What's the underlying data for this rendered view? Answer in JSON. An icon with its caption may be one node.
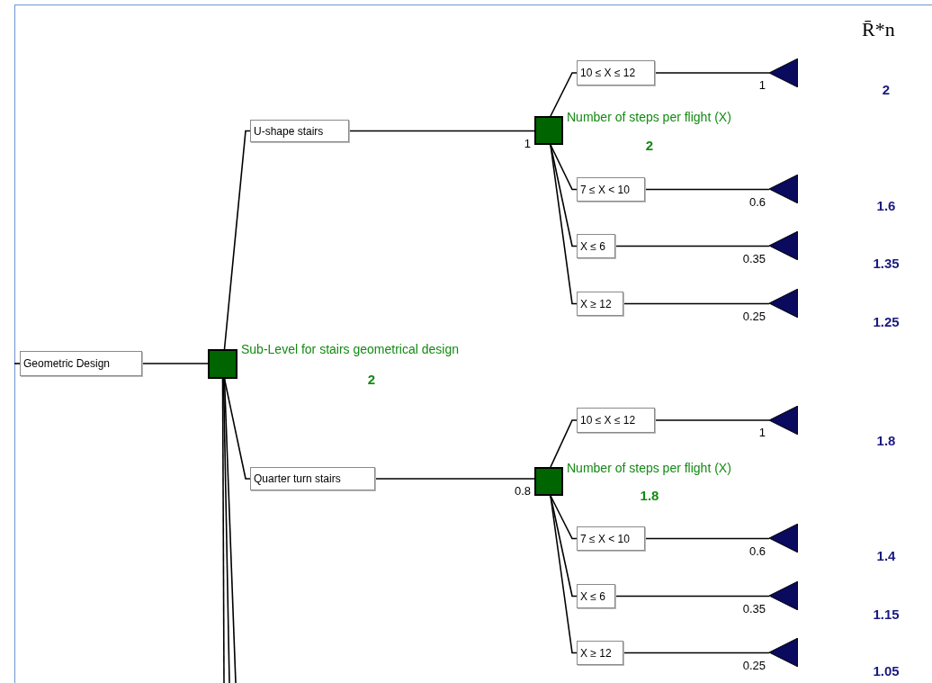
{
  "diagram": {
    "nodes": [
      {
        "text": [
          "Geometric Design"
        ]
      },
      {
        "text": [],
        "shape": "box",
        "beside": [
          "Sub-Level for stairs geometrical design",
          "2"
        ]
      },
      {
        "text": [
          "U-shape stairs"
        ]
      },
      {
        "text": [],
        "shape": "box",
        "beside": [
          "Number of steps per flight (X)",
          "2"
        ]
      },
      {
        "text": [
          "10 ≤ X ≤ 12"
        ]
      },
      {
        "text": [],
        "shape": "triangle"
      },
      {
        "text": [
          "7 ≤ X < 10"
        ]
      },
      {
        "text": [],
        "shape": "triangle"
      },
      {
        "text": [
          "X ≤ 6"
        ]
      },
      {
        "text": [],
        "shape": "triangle"
      },
      {
        "text": [
          "X ≥ 12"
        ]
      },
      {
        "text": [],
        "shape": "triangle"
      },
      {
        "text": [
          "Quarter turn stairs"
        ]
      },
      {
        "text": [],
        "shape": "box",
        "beside": [
          "Number of steps per flight (X)",
          "1.8"
        ]
      },
      {
        "text": [
          "10 ≤ X ≤ 12"
        ]
      },
      {
        "text": [],
        "shape": "triangle"
      },
      {
        "text": [
          "7 ≤ X < 10"
        ]
      },
      {
        "text": [],
        "shape": "triangle"
      },
      {
        "text": [
          "X ≤ 6"
        ]
      },
      {
        "text": [],
        "shape": "triangle"
      },
      {
        "text": [
          "X ≥ 12"
        ]
      },
      {
        "text": [],
        "shape": "triangle"
      }
    ],
    "edges": [
      {
        "from": null,
        "to": 0,
        "arrow": "none"
      },
      {
        "from": 0,
        "to": 1,
        "arrow": "none"
      },
      {
        "from": 1,
        "to": 2,
        "arrow": "none"
      },
      {
        "from": 2,
        "to": 3,
        "label": "1",
        "arrow": "none"
      },
      {
        "from": 3,
        "to": 4,
        "arrow": "none"
      },
      {
        "from": 4,
        "to": 5,
        "label": "1",
        "arrow": "none"
      },
      {
        "from": 3,
        "to": 6,
        "arrow": "none"
      },
      {
        "from": 6,
        "to": 7,
        "label": "0.6",
        "arrow": "none"
      },
      {
        "from": 3,
        "to": 8,
        "arrow": "none"
      },
      {
        "from": 8,
        "to": 9,
        "label": "0.35",
        "arrow": "none"
      },
      {
        "from": 3,
        "to": 10,
        "arrow": "none"
      },
      {
        "from": 10,
        "to": 11,
        "label": "0.25",
        "arrow": "none"
      },
      {
        "from": 1,
        "to": 12,
        "arrow": "none"
      },
      {
        "from": 12,
        "to": 13,
        "label": "0.8",
        "arrow": "none"
      },
      {
        "from": 13,
        "to": 14,
        "arrow": "none"
      },
      {
        "from": 14,
        "to": 15,
        "label": "1",
        "arrow": "none"
      },
      {
        "from": 13,
        "to": 16,
        "arrow": "none"
      },
      {
        "from": 16,
        "to": 17,
        "label": "0.6",
        "arrow": "none"
      },
      {
        "from": 13,
        "to": 18,
        "arrow": "none"
      },
      {
        "from": 18,
        "to": 19,
        "label": "0.35",
        "arrow": "none"
      },
      {
        "from": 13,
        "to": 20,
        "arrow": "none"
      },
      {
        "from": 20,
        "to": 21,
        "label": "0.25",
        "arrow": "none"
      },
      {
        "from": 1,
        "to": null,
        "arrow": "none"
      },
      {
        "from": 1,
        "to": null,
        "arrow": "none"
      },
      {
        "from": 1,
        "to": null,
        "arrow": "none"
      }
    ],
    "labels": [
      "R̄*n",
      "2",
      "1.6",
      "1.35",
      "1.25",
      "1.8",
      "1.4",
      "1.15",
      "1.05"
    ]
  }
}
